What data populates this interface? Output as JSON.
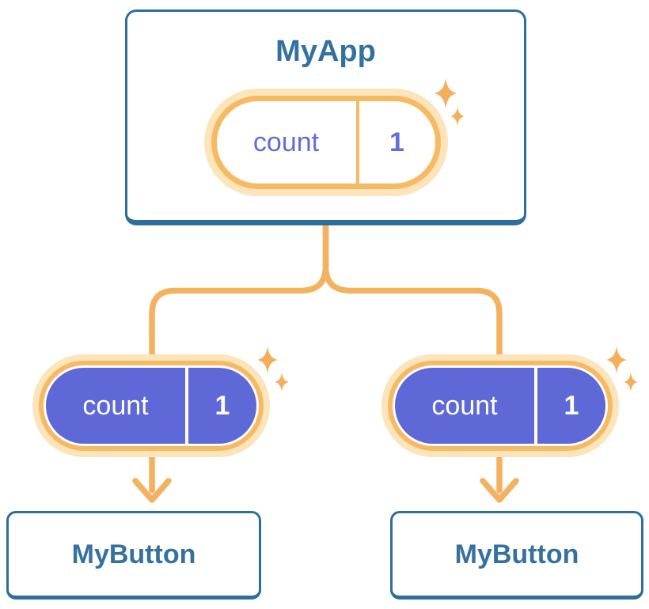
{
  "diagram": {
    "root": {
      "title": "MyApp",
      "state": {
        "label": "count",
        "value": "1"
      }
    },
    "children": [
      {
        "title": "MyButton",
        "state": {
          "label": "count",
          "value": "1"
        }
      },
      {
        "title": "MyButton",
        "state": {
          "label": "count",
          "value": "1"
        }
      }
    ]
  },
  "colors": {
    "card_border": "#2E6E9D",
    "title_text": "#35719F",
    "pill_ring": "#F6BA63",
    "pill_halo": "#FCE4BB",
    "connector": "#F4B160",
    "sparkle": "#F4AF5B",
    "state_purple": "#5E68D6",
    "state_text": "#646CDA",
    "canvas_bg": "#FFFFFF"
  }
}
